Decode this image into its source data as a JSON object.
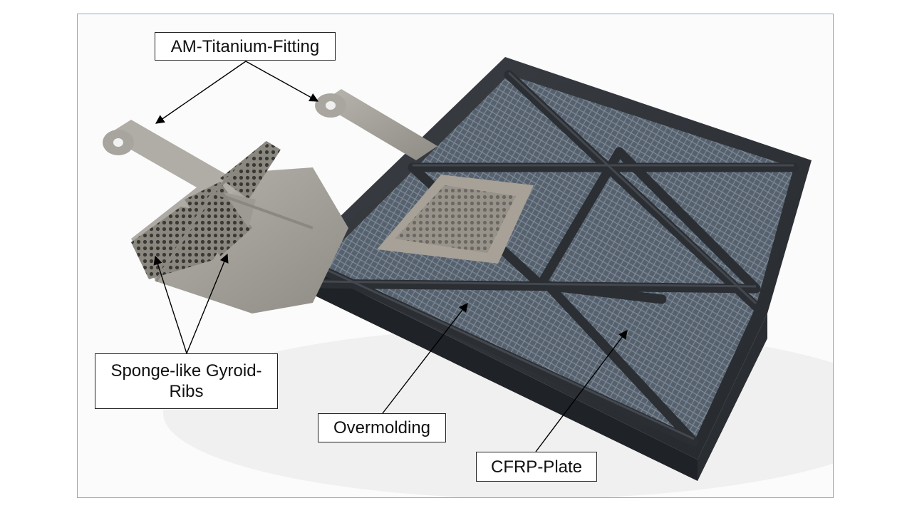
{
  "annotations": {
    "am_titanium_fitting": "AM-Titanium-Fitting",
    "gyroid_ribs_line1": "Sponge-like Gyroid-",
    "gyroid_ribs_line2": "Ribs",
    "overmolding": "Overmolding",
    "cfrp_plate": "CFRP-Plate"
  },
  "colors": {
    "frame_border": "#8eaacb",
    "titanium": "#a5a29b",
    "plate_dark": "#2e3136",
    "plate_mesh": "#5f6b78"
  }
}
